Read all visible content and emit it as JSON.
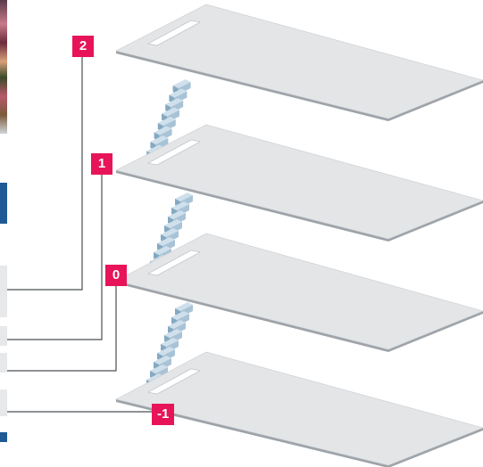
{
  "floors": [
    {
      "id": "2",
      "label": "2"
    },
    {
      "id": "1",
      "label": "1"
    },
    {
      "id": "0",
      "label": "0"
    },
    {
      "id": "-1",
      "label": "-1"
    }
  ],
  "colors": {
    "label_bg": "#e8145a",
    "label_text": "#ffffff",
    "slab_top": "#e3e5e7",
    "slab_edge": "#9da3a8",
    "stair_top": "#cfe0ec",
    "stair_side": "#86a9c2",
    "leader_line": "#4a4f55",
    "accent_blue": "#1f5a95"
  }
}
